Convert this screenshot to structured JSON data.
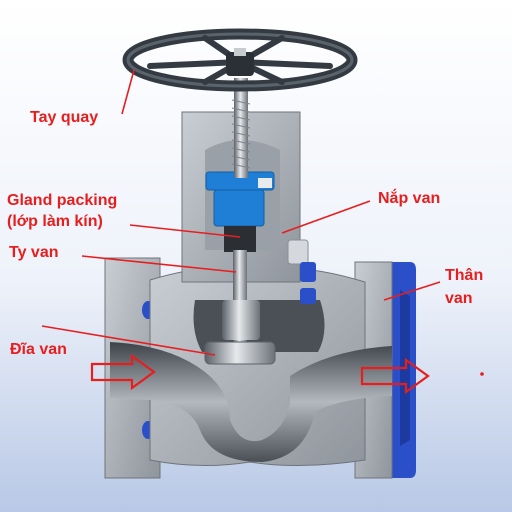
{
  "labels": {
    "handwheel": "Tay quay",
    "gland_line1": "Gland packing",
    "gland_line2": "(lớp làm kín)",
    "stem": "Ty van",
    "bonnet": "Nắp van",
    "body_line1": "Thân",
    "body_line2": "van",
    "disc": "Đĩa van"
  },
  "colors": {
    "label": "#e81e1e",
    "background_top": "#ffffff",
    "background_bottom": "#b8c8e6",
    "body_metal": "#aab0b7",
    "body_cut": "#7a8088",
    "flange_seal": "#2a4fc9",
    "gland_blue": "#1f7fd6",
    "handwheel": "#333a42"
  },
  "icons": [
    "flow-arrow-icon"
  ]
}
